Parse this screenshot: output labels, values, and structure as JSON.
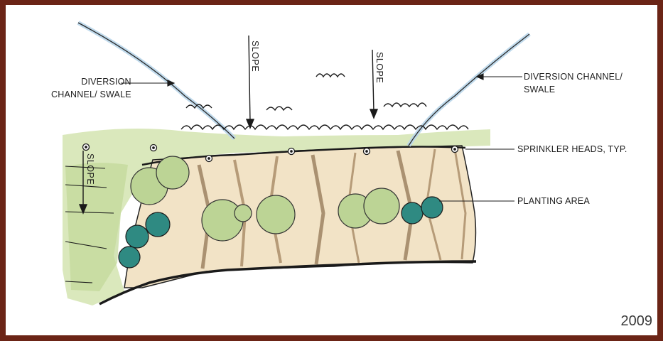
{
  "labels": {
    "diversion_left_line1": "DIVERSION",
    "diversion_left_line2": "CHANNEL/ SWALE",
    "diversion_right_line1": "DIVERSION CHANNEL/",
    "diversion_right_line2": "SWALE",
    "slope_top_left": "SLOPE",
    "slope_top_right": "SLOPE",
    "slope_side": "SLOPE",
    "sprinkler": "SPRINKLER HEADS, TYP.",
    "planting": "PLANTING AREA"
  },
  "year": "2009",
  "colors": {
    "frame": "#6b2416",
    "grass": "#c8dca2",
    "shrub": "#b7d08f",
    "evergreen": "#2f8a82",
    "soil_light": "#efdcbc",
    "soil_dark": "#b58d63",
    "water": "#a9cde3"
  }
}
